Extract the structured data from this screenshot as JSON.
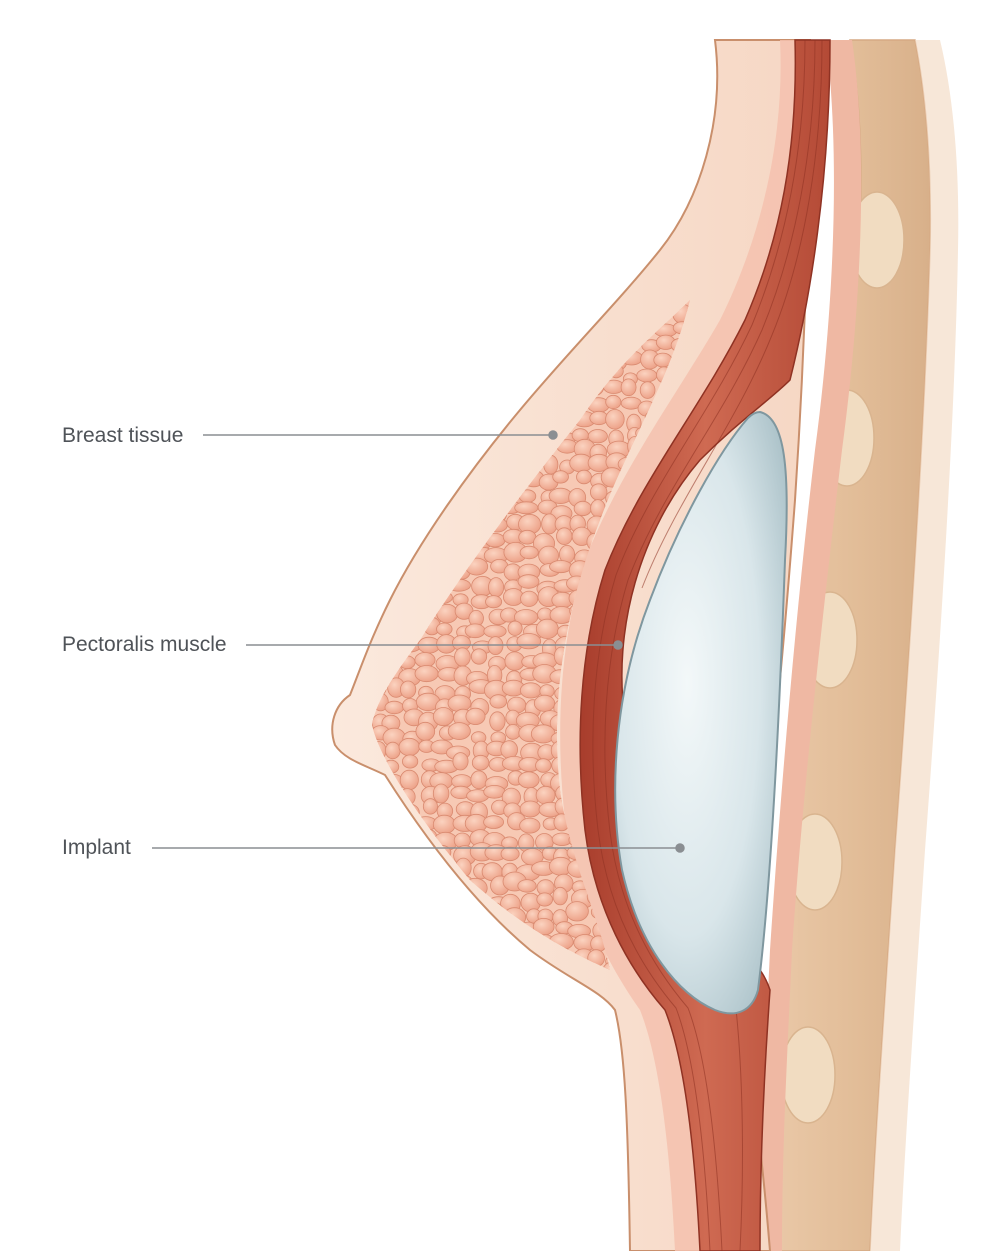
{
  "labels": {
    "breast_tissue": "Breast tissue",
    "pectoralis_muscle": "Pectoralis muscle",
    "implant": "Implant"
  },
  "colors": {
    "background": "#ffffff",
    "skin": "#f9e2d3",
    "skin_outline": "#c98f6c",
    "fat_lobule": "#f2b096",
    "muscle": "#c0553f",
    "muscle_dark": "#9e3a2a",
    "implant": "#d6e4e8",
    "rib": "#ebd2b6",
    "leader_line": "#8a8e92"
  }
}
